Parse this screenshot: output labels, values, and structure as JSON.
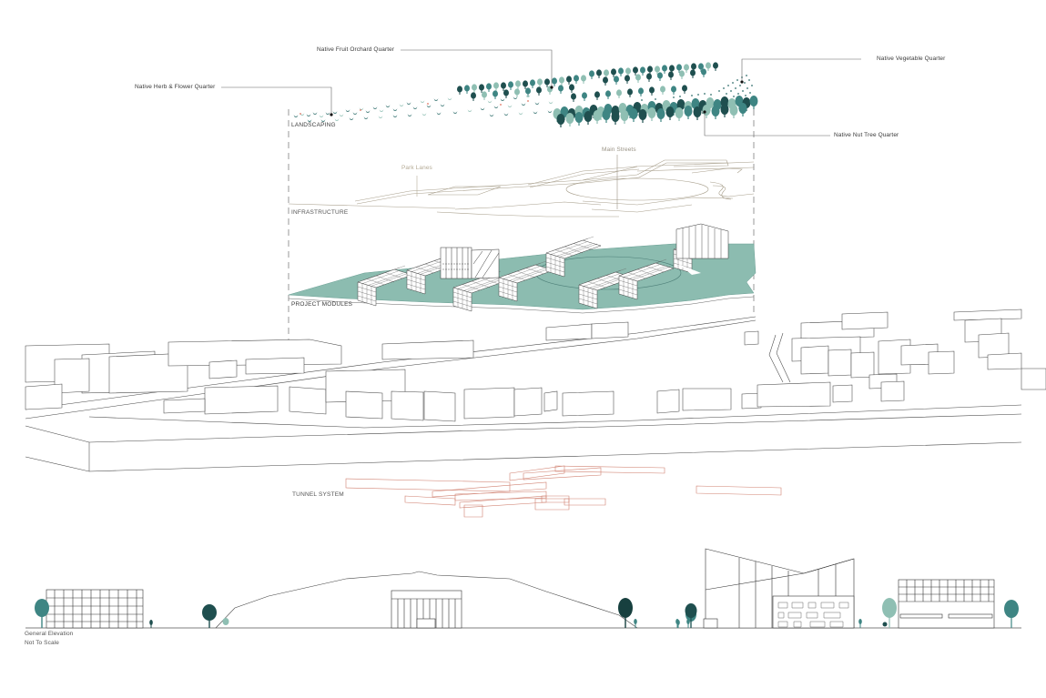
{
  "diagram": {
    "type": "exploded-axonometric-site-plan",
    "colors": {
      "tree_dark": "#1f4f4f",
      "tree_mid": "#3e8583",
      "tree_light": "#8fbfb3",
      "ground_green": "#8cbcb0",
      "infrastructure_line": "#a89f8c",
      "tunnel_line": "#d08070",
      "building_line": "#333333",
      "callout_line": "#555555"
    },
    "layers": [
      {
        "id": "landscaping",
        "label": "LANDSCAPING"
      },
      {
        "id": "infrastructure",
        "label": "INFRASTRUCTURE"
      },
      {
        "id": "project_modules",
        "label": "PROJECT MODULES"
      },
      {
        "id": "tunnel_system",
        "label": "TUNNEL SYSTEM"
      }
    ],
    "landscaping_callouts": [
      {
        "label": "Native Herb & Flower Quarter"
      },
      {
        "label": "Native Fruit Orchard Quarter"
      },
      {
        "label": "Native Vegetable Quarter"
      },
      {
        "label": "Native Nut Tree Quarter"
      }
    ],
    "infrastructure_callouts": [
      {
        "label": "Park Lanes"
      },
      {
        "label": "Main Streets"
      }
    ],
    "elevation": {
      "title": "General Elevation",
      "subtitle": "Not To Scale"
    }
  }
}
